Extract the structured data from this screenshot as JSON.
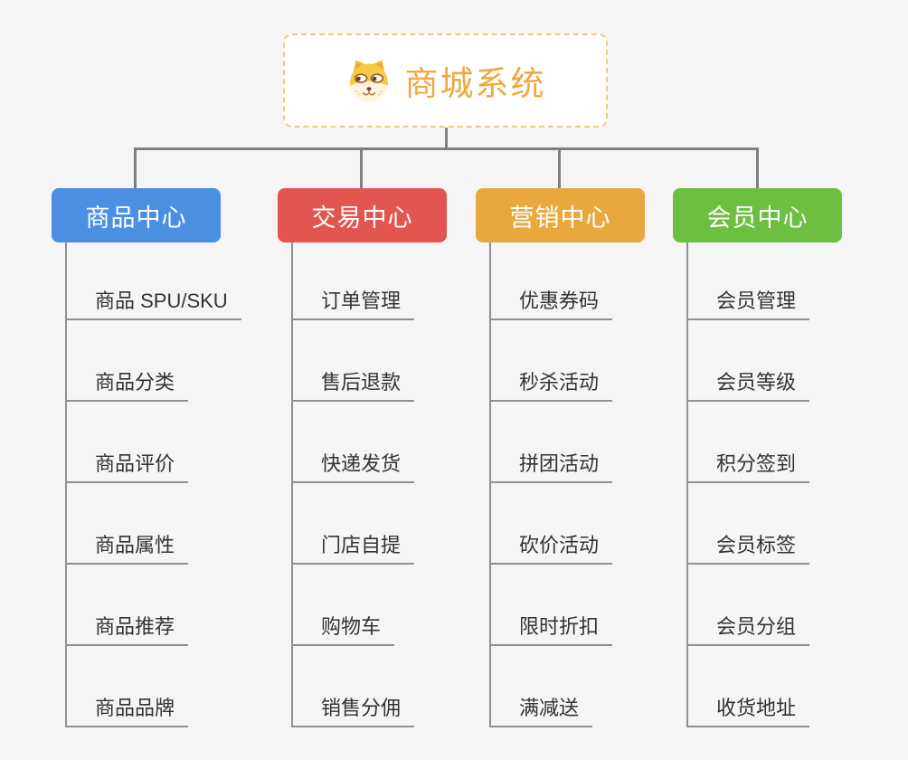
{
  "root": {
    "title": "商城系统",
    "icon": "dog-icon"
  },
  "branches": [
    {
      "label": "商品中心",
      "color": "#4a8fe2",
      "items": [
        "商品 SPU/SKU",
        "商品分类",
        "商品评价",
        "商品属性",
        "商品推荐",
        "商品品牌"
      ]
    },
    {
      "label": "交易中心",
      "color": "#e25551",
      "items": [
        "订单管理",
        "售后退款",
        "快递发货",
        "门店自提",
        "购物车",
        "销售分佣"
      ]
    },
    {
      "label": "营销中心",
      "color": "#e9a83d",
      "items": [
        "优惠券码",
        "秒杀活动",
        "拼团活动",
        "砍价活动",
        "限时折扣",
        "满减送"
      ]
    },
    {
      "label": "会员中心",
      "color": "#6cbf40",
      "items": [
        "会员管理",
        "会员等级",
        "积分签到",
        "会员标签",
        "会员分组",
        "收货地址"
      ]
    }
  ],
  "colors": {
    "background": "#f5f5f5",
    "root_text": "#f1a73d",
    "root_border": "#f3c87e",
    "connector": "#7f7f7f",
    "leaf_line": "#909090",
    "leaf_text": "#333333"
  }
}
